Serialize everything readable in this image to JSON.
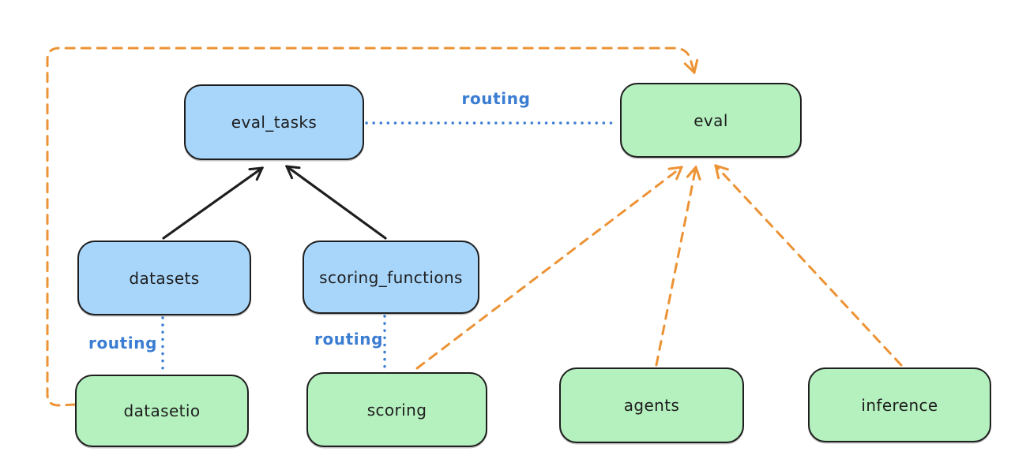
{
  "diagram": {
    "title": "",
    "colors": {
      "node_blue_fill": "#a8d6fb",
      "node_green_fill": "#b5f0bf",
      "node_border": "#1e1e1e",
      "text_color": "#1e1e1e",
      "routing_blue": "#3b7dd2",
      "orange_dashed": "#ec9335",
      "black_arrow": "#1e1e1e",
      "background": "#ffffff"
    },
    "nodes": [
      {
        "id": "eval_tasks",
        "label": "eval_tasks",
        "color": "blue"
      },
      {
        "id": "eval",
        "label": "eval",
        "color": "green"
      },
      {
        "id": "datasets",
        "label": "datasets",
        "color": "blue"
      },
      {
        "id": "scoring_functions",
        "label": "scoring_functions",
        "color": "blue"
      },
      {
        "id": "datasetio",
        "label": "datasetio",
        "color": "green"
      },
      {
        "id": "scoring",
        "label": "scoring",
        "color": "green"
      },
      {
        "id": "agents",
        "label": "agents",
        "color": "green"
      },
      {
        "id": "inference",
        "label": "inference",
        "color": "green"
      }
    ],
    "edges": [
      {
        "from": "datasets",
        "to": "eval_tasks",
        "style": "solid-arrow",
        "color": "black",
        "label": ""
      },
      {
        "from": "scoring_functions",
        "to": "eval_tasks",
        "style": "solid-arrow",
        "color": "black",
        "label": ""
      },
      {
        "from": "eval_tasks",
        "to": "eval",
        "style": "dotted",
        "color": "blue",
        "label": "routing"
      },
      {
        "from": "datasets",
        "to": "datasetio",
        "style": "dotted",
        "color": "blue",
        "label": "routing"
      },
      {
        "from": "scoring_functions",
        "to": "scoring",
        "style": "dotted",
        "color": "blue",
        "label": "routing"
      },
      {
        "from": "datasetio",
        "to": "eval",
        "style": "dashed-arrow",
        "color": "orange",
        "label": ""
      },
      {
        "from": "scoring",
        "to": "eval",
        "style": "dashed-arrow",
        "color": "orange",
        "label": ""
      },
      {
        "from": "agents",
        "to": "eval",
        "style": "dashed-arrow",
        "color": "orange",
        "label": ""
      },
      {
        "from": "inference",
        "to": "eval",
        "style": "dashed-arrow",
        "color": "orange",
        "label": ""
      }
    ]
  }
}
